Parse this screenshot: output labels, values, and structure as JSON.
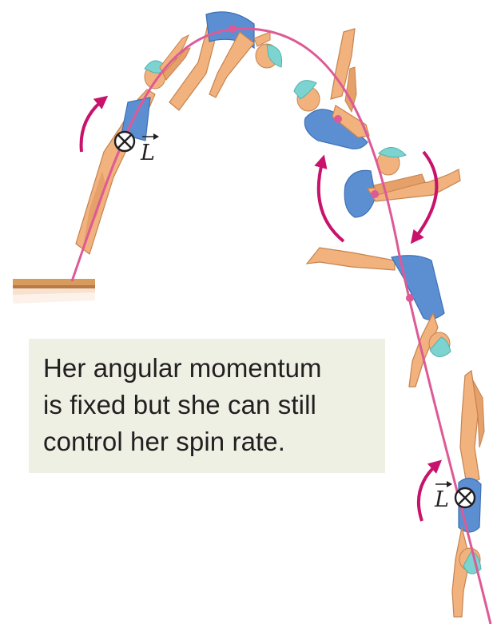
{
  "caption": "Her angular momentum\nis fixed but she can still\ncontrol her spin rate.",
  "labels": {
    "L_top": "L",
    "L_bottom": "L"
  },
  "colors": {
    "trajectory": "#dd5a96",
    "spin_arrow": "#c8136c",
    "skin": "#f2b27d",
    "skin_shadow": "#d48e5c",
    "suit": "#5b8fd2",
    "suit_dark": "#3e6fb6",
    "cap": "#7dd3d0",
    "board": "#d99a5d",
    "caption_bg": "#eef0e4"
  },
  "icons": {
    "angular_momentum_into_page": "circled-x-icon",
    "vector_arrow": "overhead-arrow-icon"
  }
}
